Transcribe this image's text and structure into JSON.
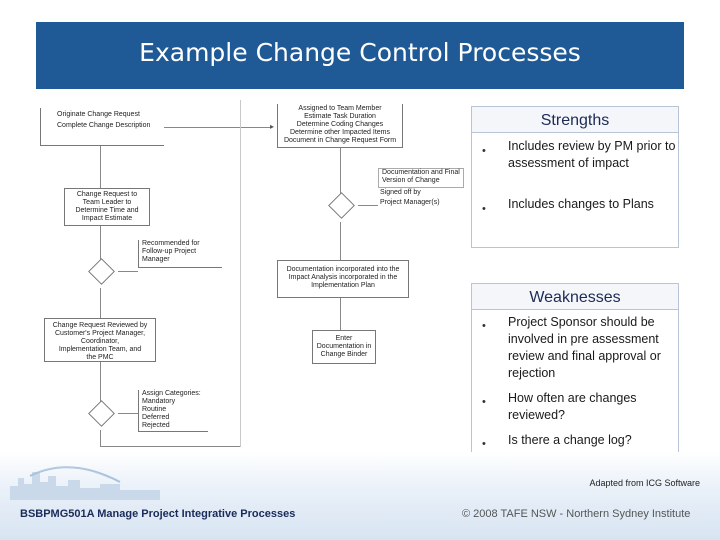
{
  "title": "Example Change Control Processes",
  "flowchart": {
    "originate_1": "Originate Change Request",
    "originate_2": "Complete Change Description",
    "assigned_1": "Assigned to Team Member",
    "assigned_2": "Estimate Task Duration",
    "assigned_3": "Determine Coding Changes",
    "assigned_4": "Determine other Impacted Items",
    "assigned_5": "Document in Change Request Form",
    "doc_final_1": "Documentation and Final",
    "doc_final_2": "Version of Change",
    "signed_1": "Signed off by",
    "signed_2": "Project Manager(s)",
    "team_leader_1": "Change Request to",
    "team_leader_2": "Team Leader to",
    "team_leader_3": "Determine Time and",
    "team_leader_4": "Impact Estimate",
    "recommended_1": "Recommended for",
    "recommended_2": "Follow-up        Project",
    "recommended_3": "Manager",
    "incorporated_1": "Documentation incorporated into the",
    "incorporated_2": "Impact Analysis incorporated in the",
    "incorporated_3": "Implementation Plan",
    "reviewed_1": "Change Request Reviewed by",
    "reviewed_2": "Customer's Project Manager,",
    "reviewed_3": "Coordinator,",
    "reviewed_4": "Implementation Team, and",
    "reviewed_5": "the PMC",
    "binder_1": "Enter",
    "binder_2": "Documentation in",
    "binder_3": "Change Binder",
    "categories_1": "Assign Categories:",
    "categories_2": "Mandatory",
    "categories_3": "Routine",
    "categories_4": "Deferred",
    "categories_5": "Rejected"
  },
  "strengths": {
    "heading": "Strengths",
    "bullet": "•",
    "items": [
      "Includes review by PM prior to assessment of impact",
      "Includes changes to Plans"
    ]
  },
  "weaknesses": {
    "heading": "Weaknesses",
    "bullet": "•",
    "items": [
      "Project Sponsor should be involved in pre assessment review and final approval or rejection",
      "How often are changes reviewed?",
      "Is there a change log?"
    ]
  },
  "footer": {
    "credit": "Adapted from ICG Software",
    "course": "BSBPMG501A Manage Project Integrative Processes",
    "copyright": "© 2008 TAFE NSW - Northern Sydney Institute"
  },
  "colors": {
    "title_bg": "#1f5a96",
    "heading_text": "#1c2a55"
  }
}
